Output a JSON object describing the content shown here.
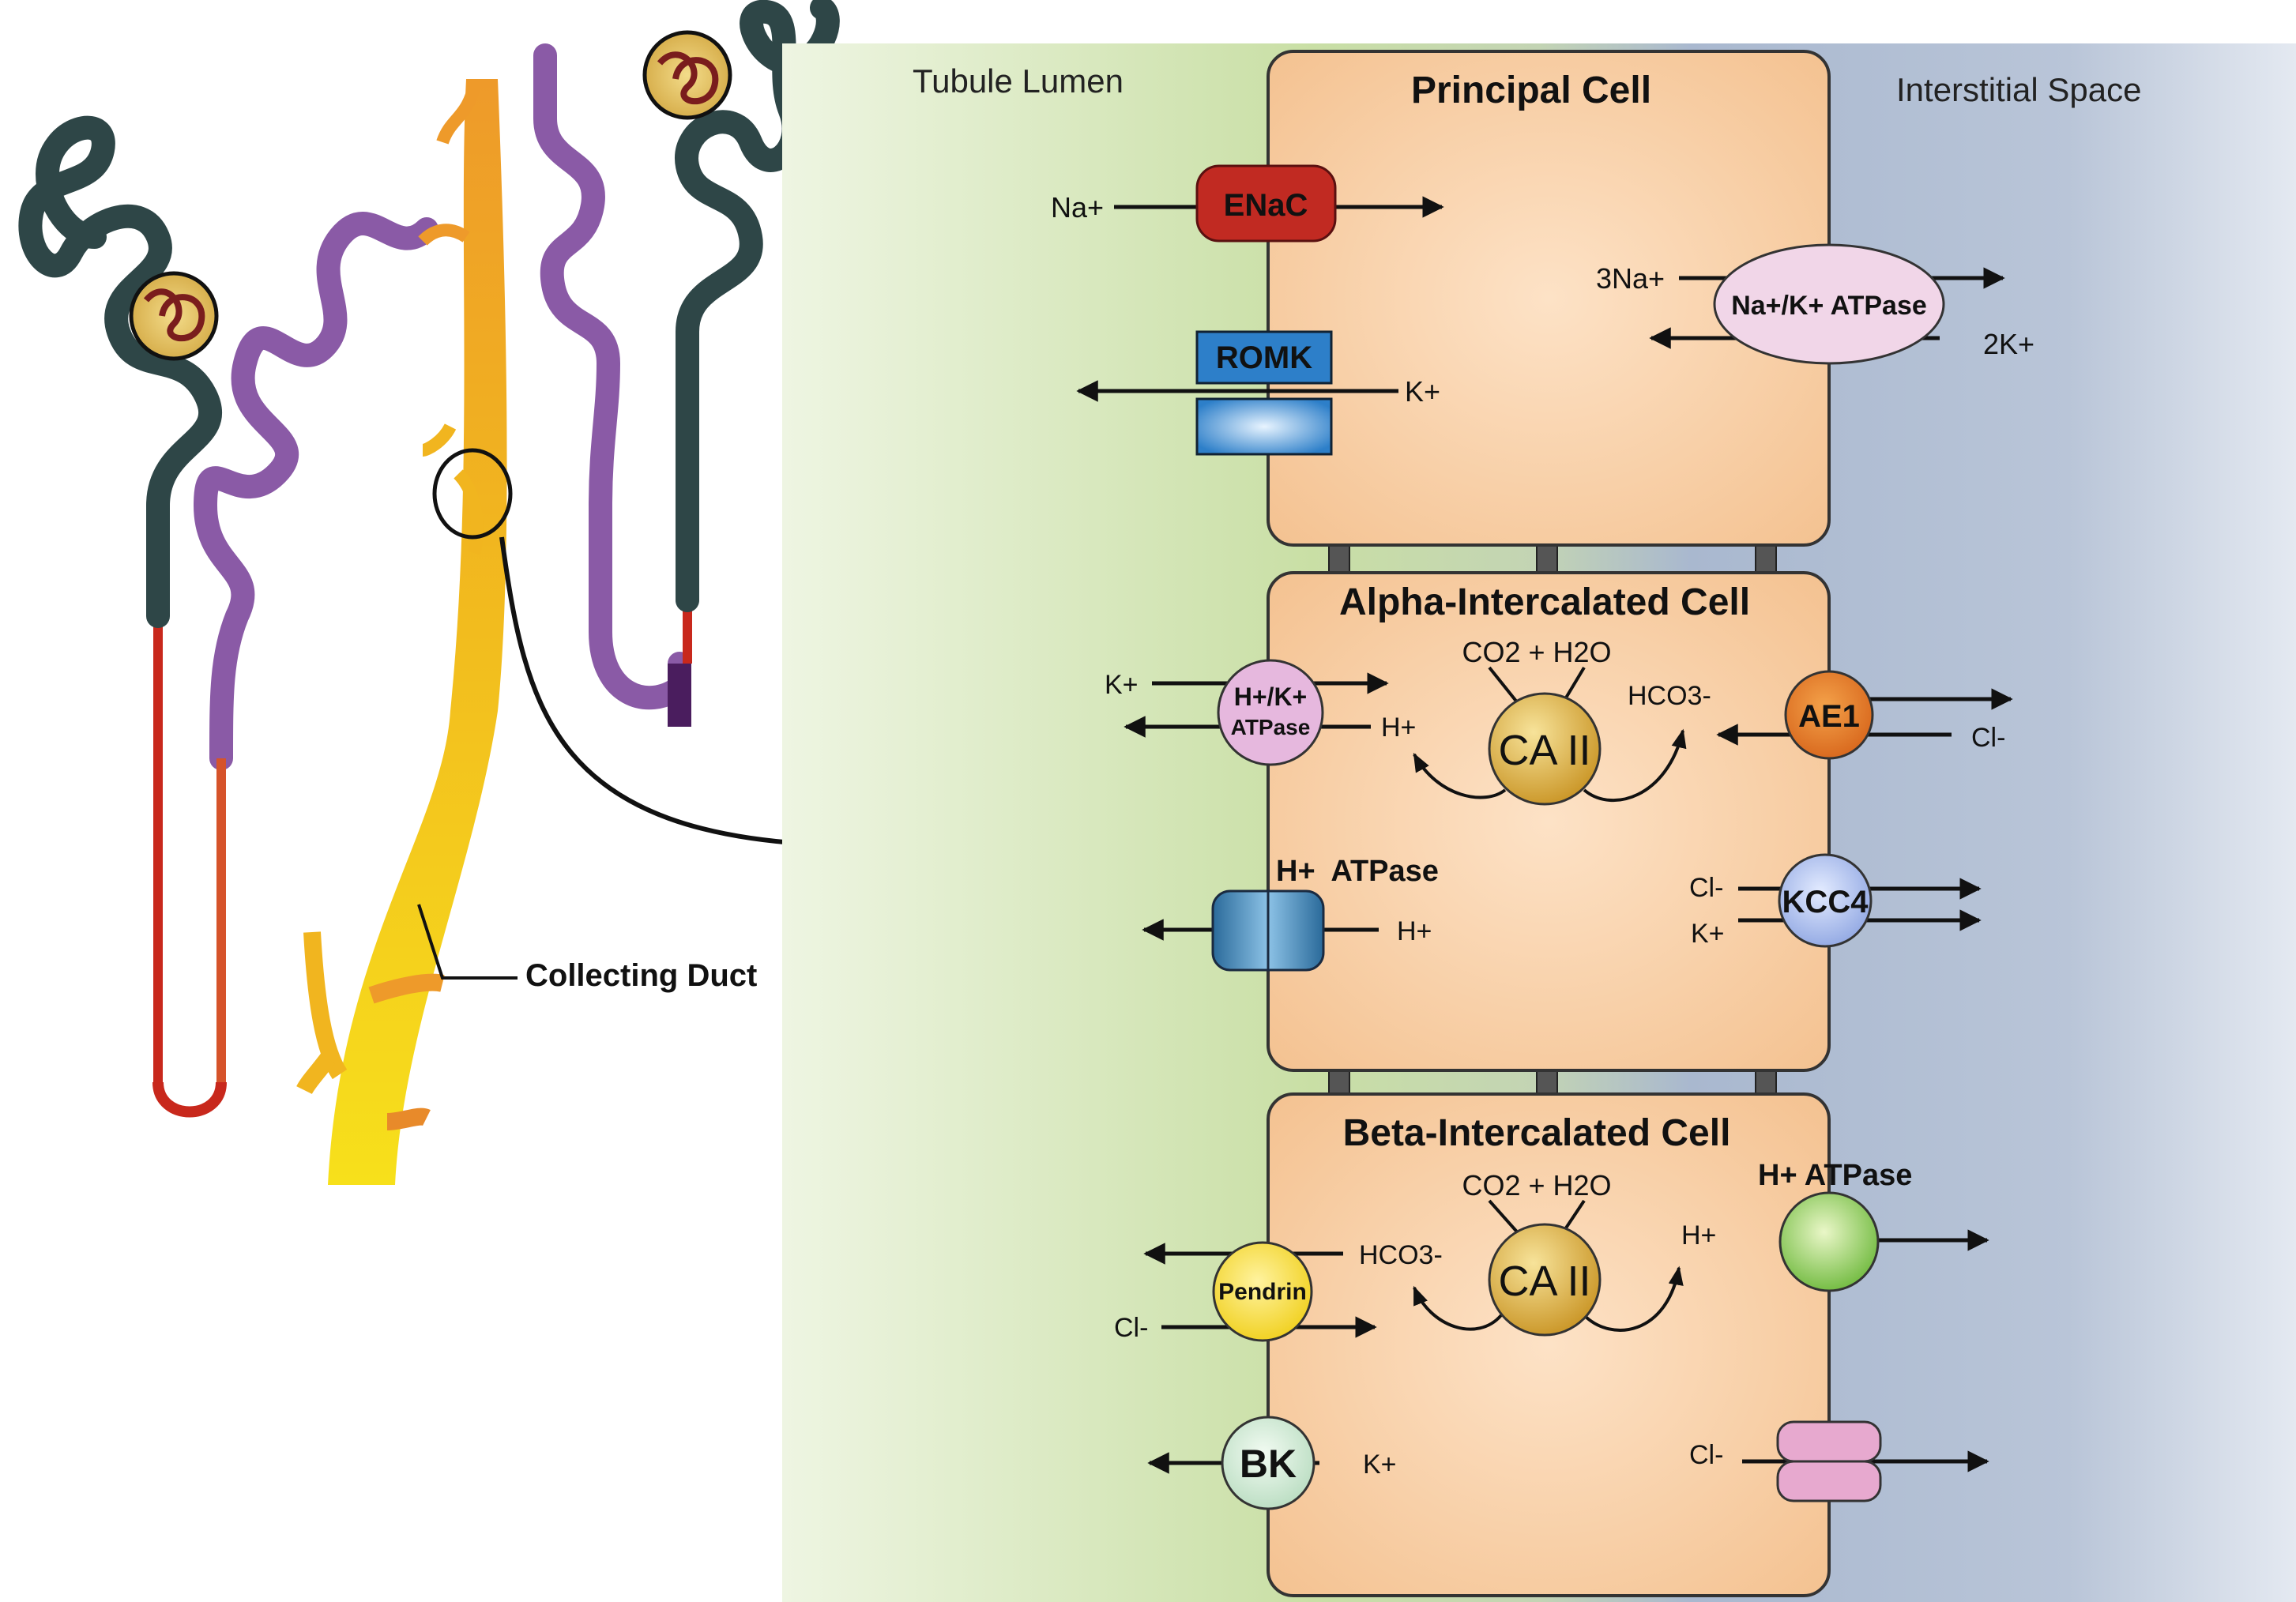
{
  "nephron": {
    "callout_label": "Collecting Duct"
  },
  "regions": {
    "lumen": "Tubule Lumen",
    "interstitium": "Interstitial Space"
  },
  "colors": {
    "lumen_green": "#c9dfa5",
    "interstitium_blue": "#a9b8cf",
    "cell_fill": "#f4c99a",
    "cell_stroke": "#333333",
    "duct_yellow": "#f1b51f",
    "loop_purple": "#8a5aa6",
    "loop_dark": "#2e4647",
    "loop_red": "#c8281c"
  },
  "principal_cell": {
    "title": "Principal Cell",
    "enac": {
      "name": "ENaC",
      "ion": "Na+"
    },
    "romk": {
      "name": "ROMK",
      "ion": "K+"
    },
    "nak_atpase": {
      "name": "Na+/K+ ATPase",
      "ion_in": "3Na+",
      "ion_out": "2K+"
    }
  },
  "alpha_cell": {
    "title": "Alpha-Intercalated Cell",
    "hk_atpase": {
      "name_line1": "H+/K+",
      "name_line2": "ATPase",
      "ion_k": "K+",
      "ion_h": "H+"
    },
    "ca2": {
      "name": "CA II",
      "substrate": "CO2 + H2O",
      "product": "HCO3-"
    },
    "ae1": {
      "name": "AE1",
      "ion": "Cl-"
    },
    "h_atpase": {
      "name": "H+  ATPase",
      "ion": "H+"
    },
    "kcc4": {
      "name": "KCC4",
      "ion_cl": "Cl-",
      "ion_k": "K+"
    }
  },
  "beta_cell": {
    "title": "Beta-Intercalated Cell",
    "ca2": {
      "name": "CA II",
      "substrate": "CO2 + H2O",
      "product": "H+"
    },
    "pendrin": {
      "name": "Pendrin",
      "ion_hco3": "HCO3-",
      "ion_cl": "Cl-"
    },
    "h_atpase": {
      "name": "H+ ATPase"
    },
    "bk": {
      "name": "BK",
      "ion": "K+"
    },
    "cl_channel": {
      "ion": "Cl-"
    }
  }
}
